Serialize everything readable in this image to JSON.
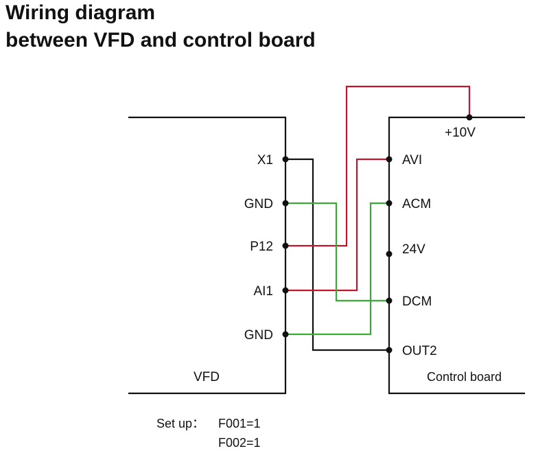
{
  "title": {
    "line1": "Wiring diagram",
    "line2": "between VFD and control board"
  },
  "vfd": {
    "name": "VFD",
    "terminals": [
      "X1",
      "GND",
      "P12",
      "AI1",
      "GND"
    ]
  },
  "control_board": {
    "name": "Control board",
    "terminals": [
      "+10V",
      "AVI",
      "ACM",
      "24V",
      "DCM",
      "OUT2"
    ]
  },
  "setup": {
    "label": "Set up：",
    "line1": "F001=1",
    "line2": "F002=1"
  },
  "colors": {
    "black_wire": "#111111",
    "red_wire": "#c0152c",
    "green_wire": "#3aa935"
  },
  "connections": [
    {
      "from": "X1",
      "to": "OUT2",
      "color": "black"
    },
    {
      "from": "GND",
      "to": "DCM",
      "color": "green"
    },
    {
      "from": "P12",
      "to": "+10V",
      "color": "red"
    },
    {
      "from": "AI1",
      "to": "AVI",
      "color": "red"
    },
    {
      "from": "GND",
      "to": "ACM",
      "color": "green"
    }
  ]
}
